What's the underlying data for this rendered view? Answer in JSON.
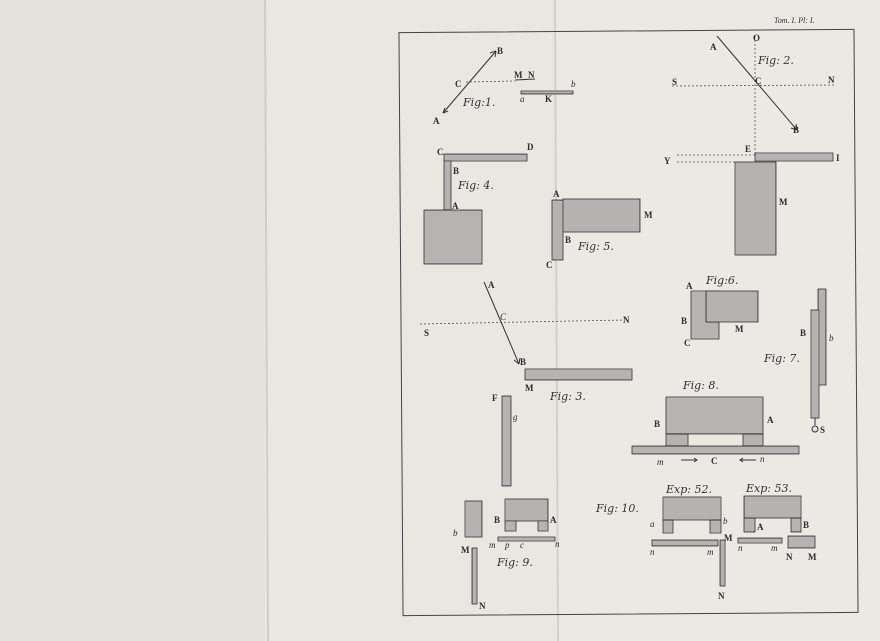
{
  "header": "Tom. I. Pl: I.",
  "fig1": {
    "title": "Fig:1.",
    "A": "A",
    "B": "B",
    "C": "C",
    "M": "M",
    "N": "N",
    "a": "a",
    "K": "K",
    "b": "b"
  },
  "fig2": {
    "title": "Fig: 2.",
    "O": "O",
    "A": "A",
    "B": "B",
    "S": "S",
    "C": "C",
    "N": "N",
    "Y": "Y",
    "E": "E",
    "I": "I",
    "M": "M"
  },
  "fig3": {
    "title": "Fig: 3.",
    "A": "A",
    "C": "C",
    "S": "S",
    "N": "N",
    "B": "B",
    "M": "M",
    "F": "F",
    "g": "g"
  },
  "fig4": {
    "title": "Fig: 4.",
    "C": "C",
    "D": "D",
    "B": "B",
    "A": "A"
  },
  "fig5": {
    "title": "Fig: 5.",
    "A": "A",
    "M": "M",
    "B": "B",
    "C": "C"
  },
  "fig6": {
    "title": "Fig:6.",
    "A": "A",
    "B": "B",
    "M": "M",
    "C": "C"
  },
  "fig7": {
    "title": "Fig: 7.",
    "B": "B",
    "b": "b",
    "S": "S"
  },
  "fig8": {
    "title": "Fig: 8.",
    "B": "B",
    "A": "A",
    "m": "m",
    "C": "C",
    "n": "n"
  },
  "fig9": {
    "title": "Fig: 9.",
    "b": "b",
    "B": "B",
    "A": "A",
    "m": "m",
    "p": "p",
    "c": "c",
    "n": "n",
    "M": "M",
    "N": "N"
  },
  "fig10": {
    "title": "Fig: 10.",
    "exp52": "Exp: 52.",
    "exp53": "Exp: 53.",
    "a": "a",
    "b": "b",
    "n1": "n",
    "m1": "m",
    "M1": "M",
    "N1": "N",
    "A": "A",
    "B": "B",
    "n2": "n",
    "m2": "m",
    "N2": "N",
    "M2": "M"
  }
}
